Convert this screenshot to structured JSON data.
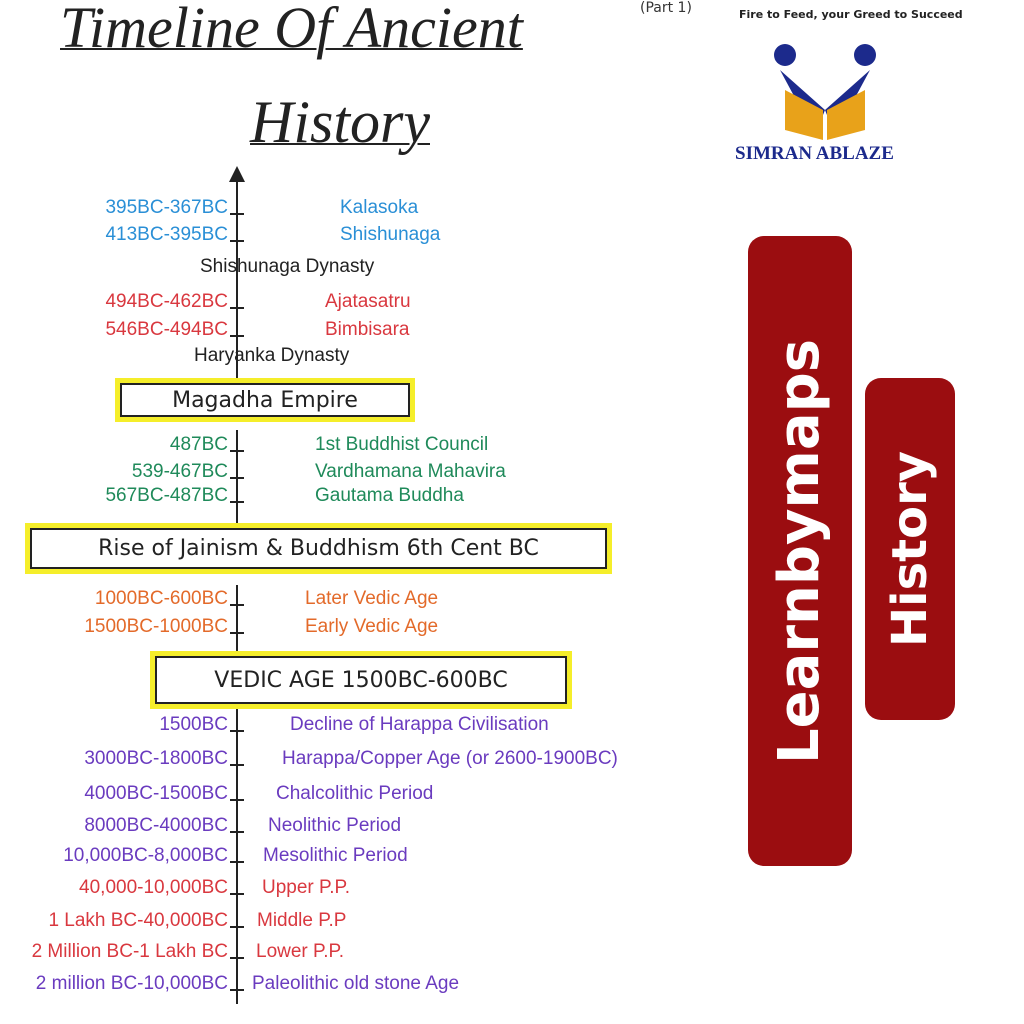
{
  "title": {
    "line1": "Timeline Of Ancient",
    "line2": "History",
    "note": "(Part 1)"
  },
  "logo": {
    "tagline": "Fire to Feed, your Greed to Succeed",
    "name": "SIMRAN ABLAZE"
  },
  "colors": {
    "blue": "#2a8fd6",
    "red": "#d9383f",
    "green": "#1f8a5a",
    "orange": "#e36a2a",
    "purple": "#6a3bbf",
    "banner": "#9b0d10",
    "highlight": "#f5ee2a"
  },
  "banners": {
    "brand": "Learnbymaps",
    "subject": "History"
  },
  "timeline": {
    "shishunaga": [
      {
        "date": "395BC-367BC",
        "event": "Kalasoka"
      },
      {
        "date": "413BC-395BC",
        "event": "Shishunaga"
      }
    ],
    "shishunaga_heading": "Shishunaga Dynasty",
    "haryanka": [
      {
        "date": "494BC-462BC",
        "event": "Ajatasatru"
      },
      {
        "date": "546BC-494BC",
        "event": "Bimbisara"
      }
    ],
    "haryanka_heading": "Haryanka Dynasty",
    "magadha_box": "Magadha Empire",
    "religion": [
      {
        "date": "487BC",
        "event": "1st Buddhist Council"
      },
      {
        "date": "539-467BC",
        "event": "Vardhamana Mahavira"
      },
      {
        "date": "567BC-487BC",
        "event": "Gautama Buddha"
      }
    ],
    "religion_box": "Rise of Jainism & Buddhism 6th Cent BC",
    "vedic": [
      {
        "date": "1000BC-600BC",
        "event": "Later Vedic Age"
      },
      {
        "date": "1500BC-1000BC",
        "event": "Early Vedic Age"
      }
    ],
    "vedic_box": "VEDIC AGE 1500BC-600BC",
    "prehistory": [
      {
        "date": "1500BC",
        "event": "Decline of Harappa Civilisation"
      },
      {
        "date": "3000BC-1800BC",
        "event": "Harappa/Copper Age (or 2600-1900BC)"
      },
      {
        "date": "4000BC-1500BC",
        "event": "Chalcolithic Period"
      },
      {
        "date": "8000BC-4000BC",
        "event": "Neolithic Period"
      },
      {
        "date": "10,000BC-8,000BC",
        "event": "Mesolithic Period"
      },
      {
        "date": "40,000-10,000BC",
        "event": "Upper P.P."
      },
      {
        "date": "1 Lakh BC-40,000BC",
        "event": "Middle P.P"
      },
      {
        "date": "2 Million BC-1 Lakh BC",
        "event": "Lower P.P."
      },
      {
        "date": "2 million BC-10,000BC",
        "event": "Paleolithic old stone Age"
      }
    ]
  }
}
